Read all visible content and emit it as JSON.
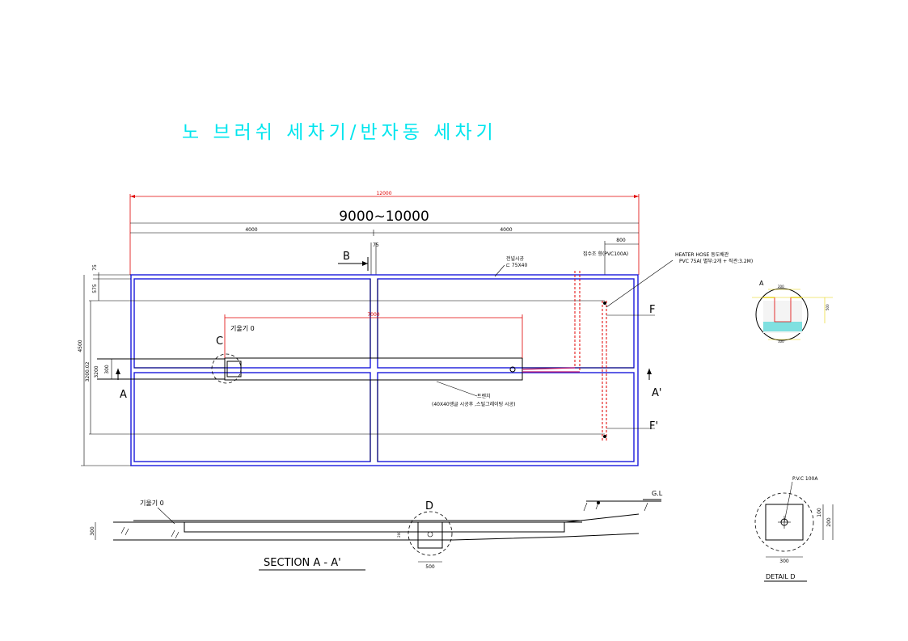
{
  "title": "노 브러쉬 세차기/반자동 세차기",
  "dimensions": {
    "total": "12000",
    "range": "9000~10000",
    "left": "4000",
    "right": "4000",
    "right_offset": "800",
    "gap": "75",
    "trench_length": "7000",
    "left_top": "75",
    "left_mid": "575",
    "height_total": "4500",
    "height_inner": "3200.02",
    "height_inner2": "3200",
    "trench_width": "300",
    "section_depth": "300",
    "pit_width": "500",
    "pit_depth": "200",
    "detail_width": "300",
    "detail_h1": "100",
    "detail_h2": "200",
    "detail_a_1": "200",
    "detail_a_2": "100",
    "detail_a_3": "500"
  },
  "labels": {
    "sec_b": "B",
    "sec_c": "C",
    "sec_a": "A",
    "sec_a2": "A'",
    "sec_f": "F",
    "sec_f2": "F'",
    "sec_d": "D",
    "detail_a_mark": "A",
    "slope_top": "기울기 0",
    "slope_section": "기울기 0",
    "gl": "G.L"
  },
  "notes": {
    "panel": "전널시공",
    "channel": "⊏ 75X40",
    "drain": "집수조 향(PVC100A)",
    "heater_1": "HEATER HOSE 동도배관",
    "heater_2": "PVC 75A( 별부:2개 + 직관:3.2M)",
    "trench_1": "트렌치",
    "trench_2": "(40X40앵글 시공후 ,스틸그레이팅 시공)",
    "pvc": "P.V.C 100A"
  },
  "captions": {
    "section": "SECTION A - A'",
    "detail": "DETAIL D"
  }
}
